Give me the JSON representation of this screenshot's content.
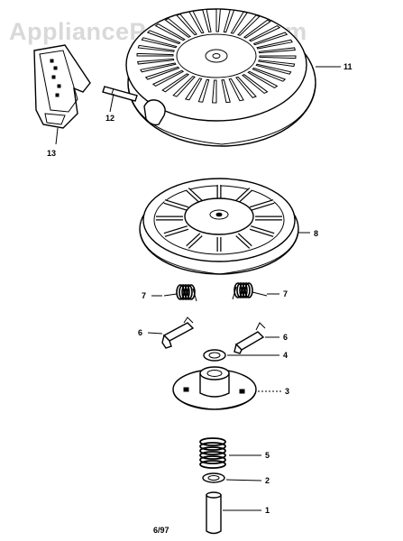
{
  "watermark": "AppliancePartsPros.com",
  "date_code": "6/97",
  "callouts": [
    {
      "id": "11",
      "part": "rewind-housing"
    },
    {
      "id": "12",
      "part": "starter-rope"
    },
    {
      "id": "13",
      "part": "starter-handle"
    },
    {
      "id": "8",
      "part": "pulley"
    },
    {
      "id": "7",
      "part": "left-spring"
    },
    {
      "id": "7",
      "part": "right-spring"
    },
    {
      "id": "6",
      "part": "left-pawl"
    },
    {
      "id": "6",
      "part": "right-pawl"
    },
    {
      "id": "4",
      "part": "washer"
    },
    {
      "id": "3",
      "part": "retainer"
    },
    {
      "id": "5",
      "part": "coil-spring"
    },
    {
      "id": "2",
      "part": "washer-small"
    },
    {
      "id": "1",
      "part": "pin"
    }
  ]
}
